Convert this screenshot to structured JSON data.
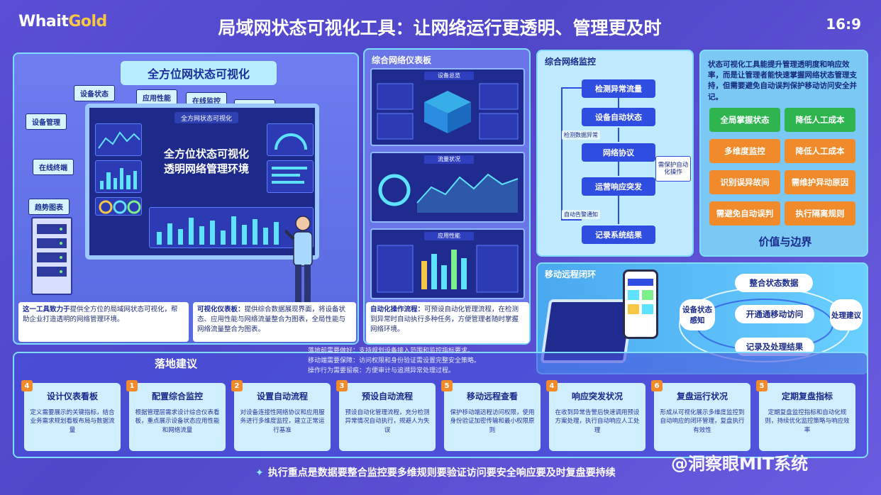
{
  "header": {
    "logo_white": "Whait",
    "logo_gold": "Gold",
    "title": "局域网状态可视化工具：让网络运行更透明、管理更及时",
    "ratio": "16:9"
  },
  "left_panel": {
    "banner": "全方位网状态可视化",
    "tags": [
      "设备状态",
      "应用性能",
      "在线监控",
      "网络流量"
    ],
    "side_tags": [
      "设备管理",
      "在线终端",
      "趋势图表"
    ],
    "screen_head": "全方网状态可视化",
    "screen_center_line1": "全方位状态可视化",
    "screen_center_line2": "透明网络管理环境",
    "desc_left_head": "这一工具致力于",
    "desc_left_body": "提供全方位的局域网状态可视化，帮助企业打造透明的网络管理环境。",
    "desc_mid_head": "可视化仪表板：",
    "desc_mid_body": "提供综合数据展现界面，将设备状态、应用性能与网络流量整合为图表，全局性能与网络流量整合为图表。"
  },
  "dashboard": {
    "title": "综合网络仪表板",
    "heads": [
      "设备总览",
      "流量状况",
      "应用性能"
    ],
    "desc_head": "自动化操作流程：",
    "desc_body": "可预设自动化管理流程，在检测到异常时自动执行多种任务，方便管理者随时掌握网络环境。"
  },
  "flow": {
    "title": "综合网络监控",
    "steps": [
      "检测异常流量",
      "设备自动状态",
      "网络协议",
      "运营响应突发",
      "记录系统结果"
    ],
    "notes": [
      "检测数据异常",
      "自动告警通知"
    ],
    "side_note": "需保护自动化操作"
  },
  "values": {
    "text": "状态可视化工具能提升管理透明度和响应效率，而是让管理者能快速掌握网络状态管理支持，但需要避免自动误判保护移动访问安全并记。",
    "buttons": [
      "全局掌握状态",
      "降低人工成本",
      "多维度监控",
      "降低人工成本",
      "识别误异故间",
      "需维护异动原因",
      "需避免自动误判",
      "执行隔离规则"
    ],
    "title": "价值与边界"
  },
  "mobile": {
    "title": "移动远程闭环",
    "top_oval": "整合状态数据",
    "center_oval": "开通通移动访问",
    "left_oval": "设备状态感知",
    "right_oval": "处理建议",
    "bottom_oval": "记录及处理结果"
  },
  "bottom": {
    "title": "落地建议",
    "lines": [
      "落地前需要做好：支持规划设备接入范围和监控指标要求。",
      "移动端需要保障：访问权限和身份验证需设置完整安全策略。",
      "操作行为需要留痕：方便审计与追溯异常处理过程。"
    ],
    "steps": [
      {
        "num": "4",
        "title": "设计仪表看板",
        "body": "定义需要展示的关键指标，结合业务需求规划看板布局与数据流量"
      },
      {
        "num": "1",
        "title": "配置综合监控",
        "body": "根据管理层需求设计综合仪表看板，重点展示设备状态应用性能和网络流量"
      },
      {
        "num": "2",
        "title": "设置自动流程",
        "body": "对设备连接性网络协议和应用服务进行多维度监控，建立正常运行基准"
      },
      {
        "num": "3",
        "title": "预设自动流程",
        "body": "预设自动化管理流程，充分检测异常情况自动执行，规避人为失误"
      },
      {
        "num": "5",
        "title": "移动远程查看",
        "body": "保护移动端远程访问权限，使用身份验证加密传输和最小权限原则"
      },
      {
        "num": "4",
        "title": "响应突发状况",
        "body": "在收到异常告警后快速调用预设方案处理，执行自动响应人工处理"
      },
      {
        "num": "6",
        "title": "复盘运行状况",
        "body": "形成从可视化展示多维度监控到自动响应的闭环管理，复盘执行有效性"
      },
      {
        "num": "5",
        "title": "定期复盘指标",
        "body": "定期复盘监控指标和自动化规则，持续优化监控策略与响应效率"
      }
    ]
  },
  "footer": {
    "text": "执行重点是数据要整合监控要多维规则要验证访问要安全响应要及时复盘要持续",
    "watermark": "@洞察眼MIT系统"
  },
  "colors": {
    "accent_cyan": "#7fdcff",
    "green": "#2fb54f",
    "orange": "#f08a2a",
    "flow_blue": "#2f4de0"
  }
}
